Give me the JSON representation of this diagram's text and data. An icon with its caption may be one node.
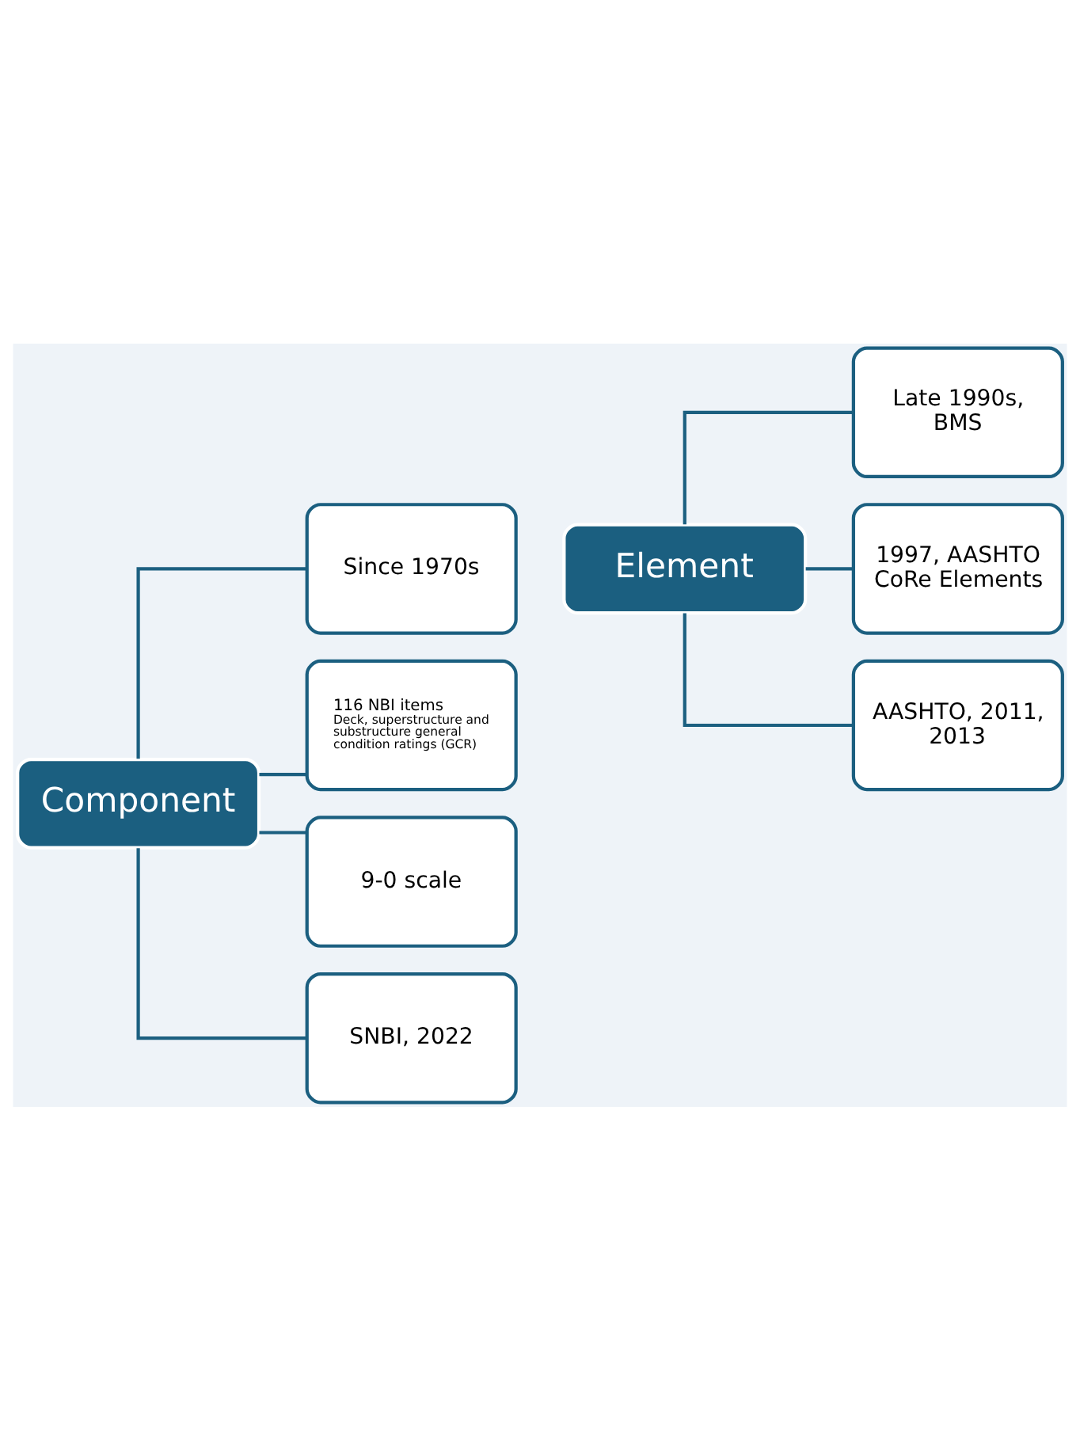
{
  "diagram": {
    "nodes": [
      {
        "text": [
          "Component"
        ]
      },
      {
        "text": [
          "Since 1970s"
        ]
      },
      {
        "text": [
          "116 NBI items",
          "Deck, superstructure and substructure general condition ratings (GCR)"
        ]
      },
      {
        "text": [
          "9-0 scale"
        ]
      },
      {
        "text": [
          "SNBI, 2022"
        ]
      },
      {
        "text": [
          "Element"
        ]
      },
      {
        "text": [
          "Late 1990s, BMS"
        ]
      },
      {
        "text": [
          "1997, AASHTO CoRe Elements"
        ]
      },
      {
        "text": [
          "AASHTO, 2011, 2013"
        ]
      }
    ],
    "edges": [
      {
        "from": 0,
        "to": 1,
        "arrow": "none"
      },
      {
        "from": 0,
        "to": 2,
        "arrow": "none"
      },
      {
        "from": 0,
        "to": 3,
        "arrow": "none"
      },
      {
        "from": 0,
        "to": 4,
        "arrow": "none"
      },
      {
        "from": 5,
        "to": 6,
        "arrow": "none"
      },
      {
        "from": 5,
        "to": 7,
        "arrow": "none"
      },
      {
        "from": 5,
        "to": 8,
        "arrow": "none"
      }
    ]
  }
}
